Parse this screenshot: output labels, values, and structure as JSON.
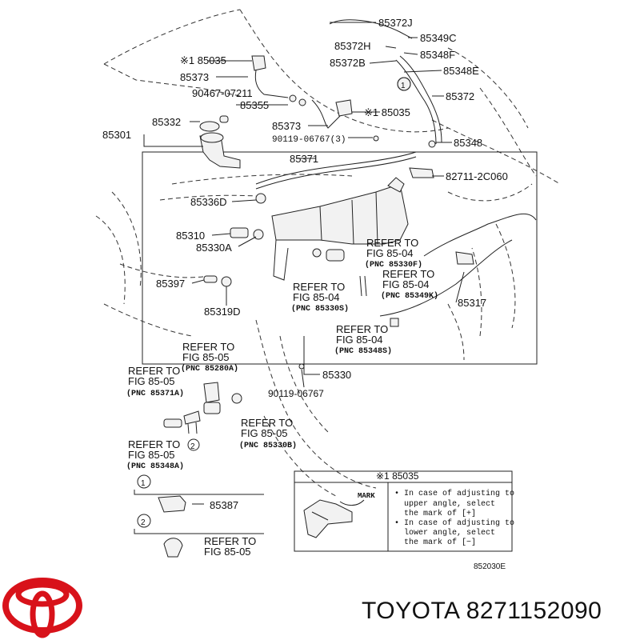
{
  "callouts": {
    "c85372J": "85372J",
    "c85349C": "85349C",
    "c85372H": "85372H",
    "c85348F": "85348F",
    "c85372B": "85372B",
    "c85348E": "85348E",
    "c85035a": "※1 85035",
    "c85373a": "85373",
    "c90467": "90467-07211",
    "c85355": "85355",
    "c85035b": "※1 85035",
    "c85372": "85372",
    "c85332": "85332",
    "c85301": "85301",
    "c85373b": "85373",
    "c90119a": "90119-06767(3)",
    "c85348": "85348",
    "c85371": "85371",
    "c82711": "82711-2C060",
    "c85336D": "85336D",
    "c85310": "85310",
    "c85330A": "85330A",
    "c85397": "85397",
    "c85319D": "85319D",
    "c85317": "85317",
    "c85330": "85330",
    "c90119b": "90119-06767",
    "c85387": "85387",
    "circle1": "1",
    "circle2": "2"
  },
  "refs": {
    "r1": {
      "l1": "REFER TO",
      "l2": "FIG 85-04",
      "l3": "(PNC 85330F)"
    },
    "r2": {
      "l1": "REFER TO",
      "l2": "FIG 85-04",
      "l3": "(PNC 85349K)"
    },
    "r3": {
      "l1": "REFER TO",
      "l2": "FIG 85-04",
      "l3": "(PNC 85330S)"
    },
    "r4": {
      "l1": "REFER TO",
      "l2": "FIG 85-04",
      "l3": "(PNC 85348S)"
    },
    "r5": {
      "l1": "REFER TO",
      "l2": "FIG 85-05",
      "l3": "(PNC 85280A)"
    },
    "r6": {
      "l1": "REFER TO",
      "l2": "FIG 85-05",
      "l3": "(PNC 85371A)"
    },
    "r7": {
      "l1": "REFER TO",
      "l2": "FIG 85-05",
      "l3": "(PNC 85330B)"
    },
    "r8": {
      "l1": "REFER TO",
      "l2": "FIG 85-05",
      "l3": "(PNC 85348A)"
    },
    "r9": {
      "l1": "REFER TO",
      "l2": "FIG 85-05"
    }
  },
  "note_box": {
    "header": "※1 85035",
    "mark_label": "MARK",
    "lines": [
      "• In case of adjusting to",
      "  upper angle, select",
      "  the mark of [+]",
      "• In case of adjusting to",
      "  lower angle, select",
      "  the mark of [−]"
    ]
  },
  "figure_id": "852030E",
  "brand_text": "TOYOTA 8271152090",
  "colors": {
    "logo": "#d8121a",
    "ink": "#111111"
  }
}
